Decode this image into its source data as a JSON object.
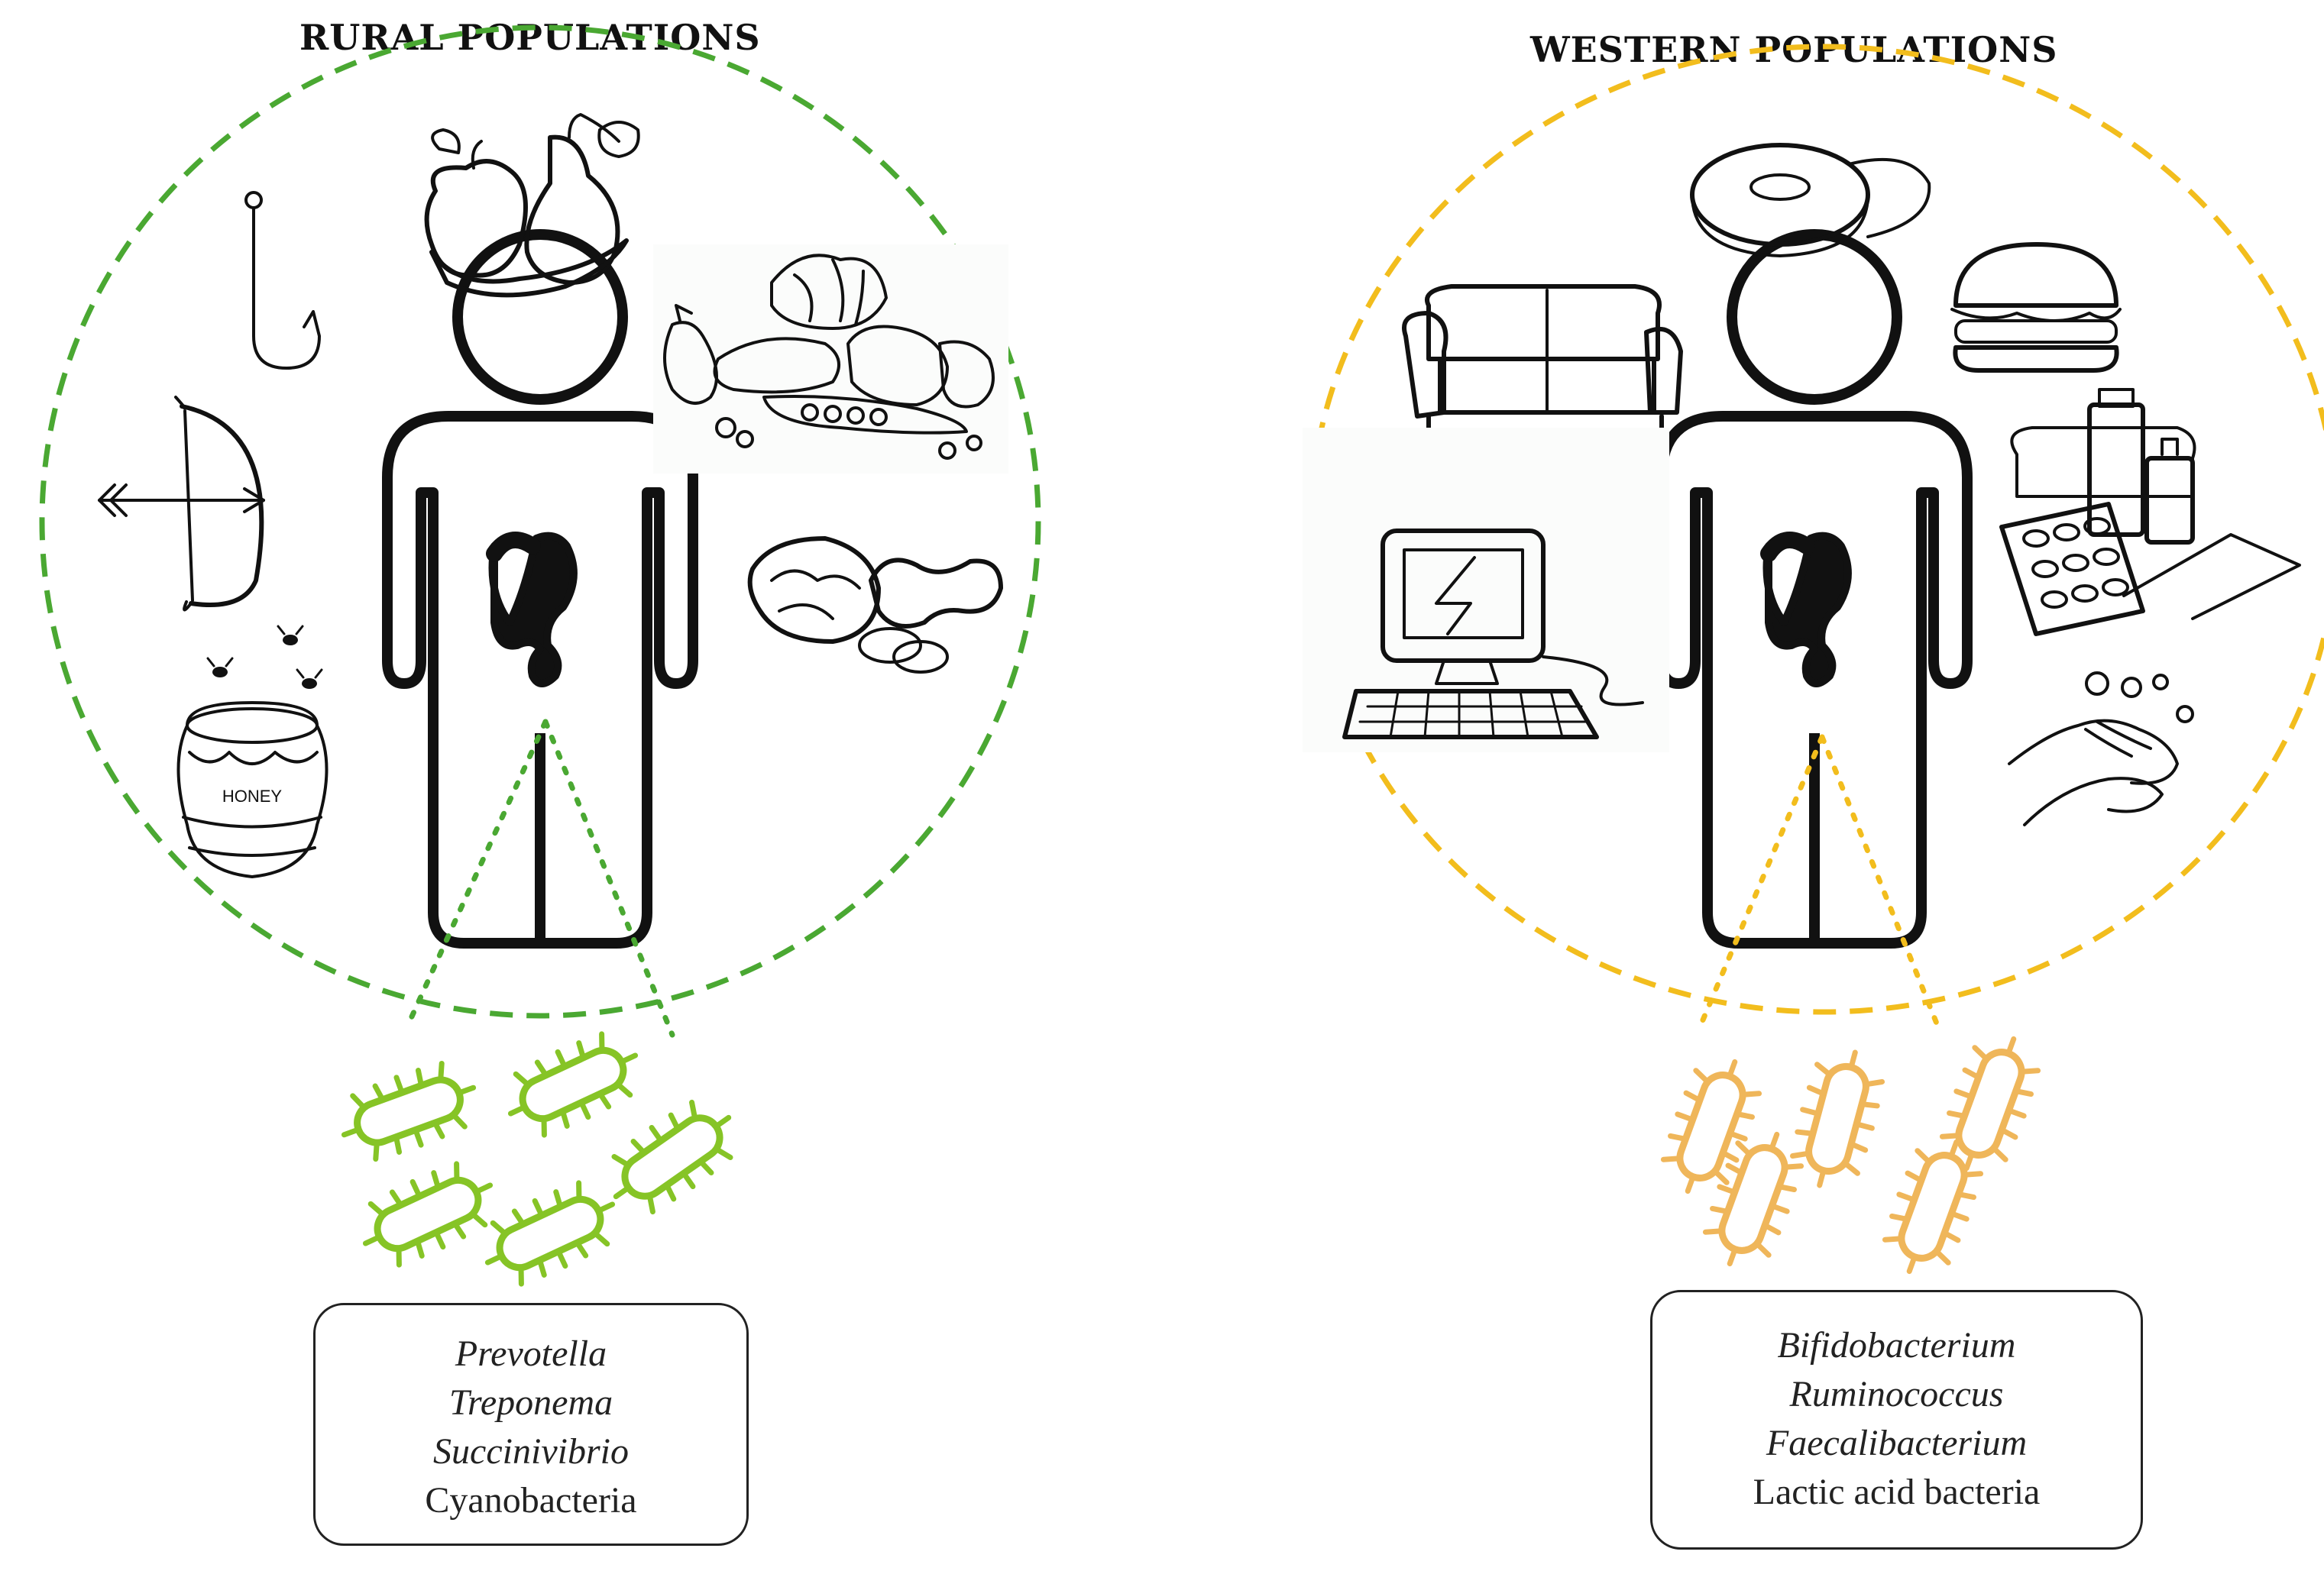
{
  "colors": {
    "rural": "#4aa832",
    "rural_bacteria": "#86c426",
    "western": "#f2bd1d",
    "western_bacteria": "#efb65a",
    "ink": "#111111"
  },
  "rural": {
    "title": "RURAL POPULATIONS",
    "honey_label": "HONEY",
    "taxa": [
      "Prevotella",
      "Treponema",
      "Succinivibrio"
    ],
    "taxa_plain": "Cyanobacteria",
    "icons": [
      "fishing-hook-icon",
      "bow-and-arrow-icon",
      "honey-pot-icon",
      "fruit-icon",
      "vegetables-icon",
      "nuts-icon",
      "human-gut-icon",
      "bacteria-icon"
    ]
  },
  "western": {
    "title": "WESTERN POPULATIONS",
    "taxa": [
      "Bifidobacterium",
      "Ruminococcus",
      "Faecalibacterium"
    ],
    "taxa_plain": "Lactic acid bacteria",
    "icons": [
      "sofa-icon",
      "donut-icon",
      "burger-icon",
      "computer-icon",
      "medicine-icon",
      "hand-washing-icon",
      "human-gut-icon",
      "bacteria-icon"
    ]
  }
}
